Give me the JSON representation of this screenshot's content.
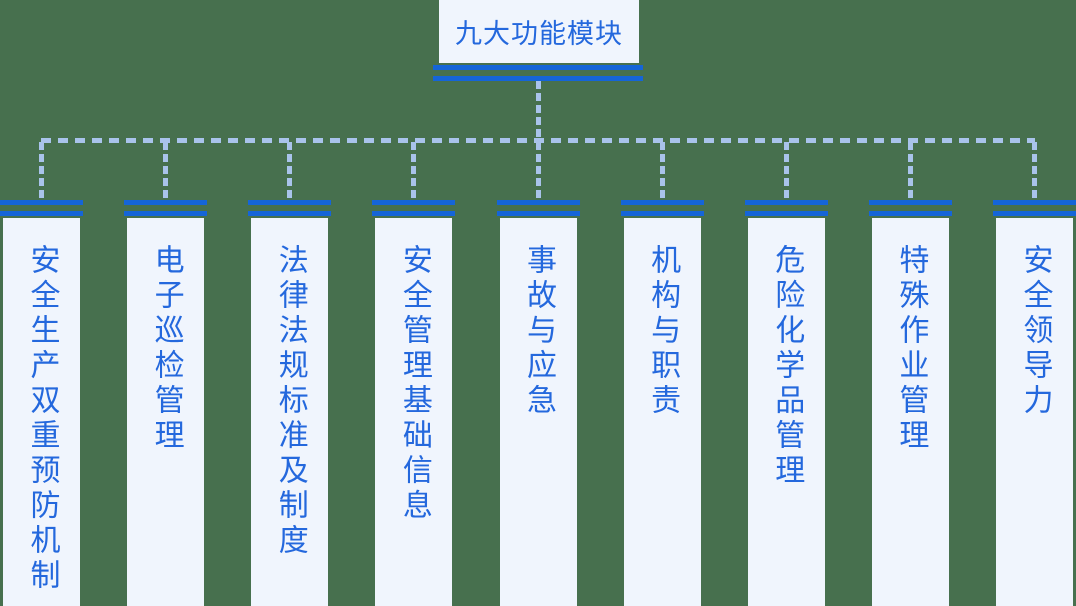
{
  "root": {
    "label": "九大功能模块"
  },
  "columns": [
    {
      "label": "安全生产双重预防机制"
    },
    {
      "label": "电子巡检管理"
    },
    {
      "label": "法律法规标准及制度"
    },
    {
      "label": "安全管理基础信息"
    },
    {
      "label": "事故与应急"
    },
    {
      "label": "机构与职责"
    },
    {
      "label": "危险化学品管理"
    },
    {
      "label": "特殊作业管理"
    },
    {
      "label": "安全领导力"
    }
  ],
  "colors": {
    "background_green": "#47704e",
    "bar_blue": "#1565d8",
    "text_blue": "#2468dd",
    "box_background": "#f0f5fd",
    "dashed_connector": "#a9c3eb"
  }
}
